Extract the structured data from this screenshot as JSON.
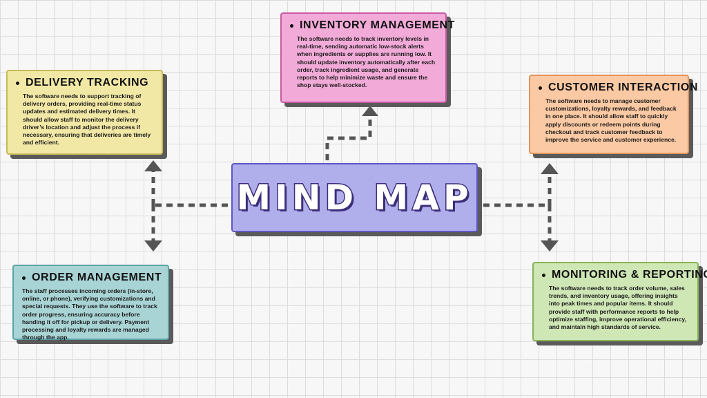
{
  "center": {
    "title": "MIND MAP",
    "fill": "#b1aeec",
    "border": "#5f57c4"
  },
  "nodes": [
    {
      "id": "inventory",
      "title": "INVENTORY MANAGEMENT",
      "text": "The software needs to track inventory levels in real-time, sending automatic low-stock alerts when ingredients or supplies are running low. It should update inventory automatically after each order, track ingredient usage, and generate reports to help minimize waste and ensure the shop stays well-stocked.",
      "fill": "#f2abd9",
      "border": "#c85aa3"
    },
    {
      "id": "delivery",
      "title": "DELIVERY TRACKING",
      "text": "The software needs to support tracking of delivery orders, providing real-time status updates and estimated delivery times. It should allow staff to monitor the delivery driver’s location and adjust the process if necessary, ensuring that deliveries are timely and efficient.",
      "fill": "#f2e8a6",
      "border": "#c8b95a"
    },
    {
      "id": "customer",
      "title": "CUSTOMER INTERACTION",
      "text": "The software needs to manage customer customizations, loyalty rewards, and feedback in one place. It should allow staff to quickly apply discounts or redeem points during checkout and track customer feedback to improve the service and customer experience.",
      "fill": "#fbc9a3",
      "border": "#e0945a"
    },
    {
      "id": "order",
      "title": "ORDER MANAGEMENT",
      "text": "The staff processes incoming orders (in-store, online, or phone), verifying customizations and special requests. They use the software to track order progress, ensuring accuracy before handing it off for pickup or delivery. Payment processing and loyalty rewards are managed through the app.",
      "fill": "#a9d4d6",
      "border": "#5aa3a7"
    },
    {
      "id": "monitoring",
      "title": "MONITORING & REPORTING",
      "text": "The software needs to track order volume, sales trends, and inventory usage, offering insights into peak times and popular items. It should provide staff with performance reports to help optimize staffing, improve operational efficiency, and maintain high standards of service.",
      "fill": "#cfe6b5",
      "border": "#86b35a"
    }
  ],
  "colors": {
    "connector": "#555555",
    "shadow": "#5a5a5a"
  }
}
